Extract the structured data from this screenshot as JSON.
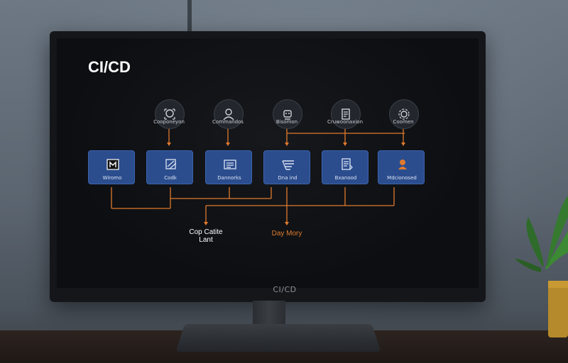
{
  "screen": {
    "title": "CI/CD",
    "monitor_label": "CI/CD"
  },
  "top_nodes": [
    {
      "icon": "scan-icon",
      "label": "Cooponeyon"
    },
    {
      "icon": "person-icon",
      "label": "Commandos"
    },
    {
      "icon": "robot-icon",
      "label": "Bisomon"
    },
    {
      "icon": "document-icon",
      "label": "Cruwoonaxion"
    },
    {
      "icon": "gear-icon",
      "label": "Coomen"
    }
  ],
  "stages": [
    {
      "icon": "code-icon",
      "label": "Wiromo"
    },
    {
      "icon": "build-icon",
      "label": "Codk"
    },
    {
      "icon": "list-icon",
      "label": "Dannorks"
    },
    {
      "icon": "pipeline-icon",
      "label": "Dna ind"
    },
    {
      "icon": "file-icon",
      "label": "Bxanood"
    },
    {
      "icon": "deploy-icon",
      "label": "Mdcionosed"
    }
  ],
  "outputs": [
    {
      "label": "Cop Catite Lant",
      "color": "#ffffff"
    },
    {
      "label": "Day Mory",
      "color": "#e07a2e"
    }
  ],
  "colors": {
    "accent": "#e07a2e",
    "stage_fill": "#2b4d8e",
    "screen_bg": "#0f1114"
  }
}
